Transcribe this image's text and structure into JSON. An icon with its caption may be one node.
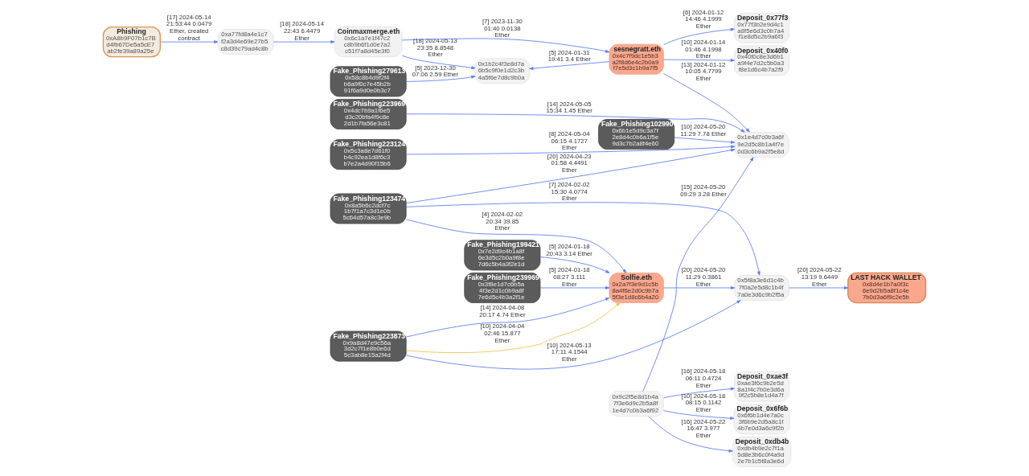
{
  "diagram": {
    "nodes": [
      {
        "text": [
          "Phishing",
          "0xA8b9F07b1c7Bd4fb67De5a5cE7ab2fe39a89a25e"
        ]
      },
      {
        "text": [
          "0xa77fd8a4e1c7f2a3d4e69e27b5c8d39c79ad4c8b"
        ]
      },
      {
        "text": [
          "Fake_Phishing123474",
          "0x8a5b6c2dcf7c1b7f1a7c3d1e0b5c64d57a8c3e9b"
        ]
      },
      {
        "text": [
          "Coinmaxmerge.eth",
          "0x6c1a7e1f47c2c8b9b6f1d0e7a2c51f7a8d45e3f0"
        ]
      },
      {
        "text": [
          "Fake_Phishing279613",
          "0x58c8b4d9f2f4b6a9f0c7e45b2b91f6a9d0e0b3c7"
        ]
      },
      {
        "text": [
          "Fake_Phishing223873",
          "0x9a8d47e9c56a3d2c7f1e8b0e6d5c3ab8e15a2f4d"
        ]
      },
      {
        "text": [
          "Fake_Phishing223969",
          "0x4dc7b9a1f6e5d3c20bfa4f9c8e2d1b7fa56e3c81"
        ]
      },
      {
        "text": [
          "Fake_Phishing223124",
          "0x5c3a8e7d61f0b4c92ea1d8f6c3b7e2a4d90f15b6"
        ]
      },
      {
        "text": [
          "0x1b2c4f3e8d7a6b5c9f0e1d2c3b4a5f6e7d8c9b0a"
        ]
      },
      {
        "text": [
          "Fake_Phishing199421",
          "0x7e2d9c4b1a8f6e3d5c2b0a9f8e7d6c5b4a3f2e1d"
        ]
      },
      {
        "text": [
          "Fake_Phishing239969",
          "0x3f8e1d7c6b5a4f3e2d1c0b9a8f7e6d5c4b3a2f1e"
        ]
      },
      {
        "text": [
          "sesnegratt.eth",
          "0x4c7f9dc1e5b3a2f8d6e4c2b0a9f7e5d3c1b9a7f5"
        ]
      },
      {
        "text": [
          "Solfie.eth",
          "0x2a7f3e9d1c5b8a4f6e2d0c9b7a5f3e1d8c6b4a20"
        ]
      },
      {
        "text": [
          "Fake_Phishing102990",
          "0x6b1e5d9c3a7f2e8d4c0b6a1f5e9d3c7b2a8f4e60"
        ]
      },
      {
        "text": [
          "0x9c2f5e8d1b4a7f3e6d9c2b5a8f1e4d7c0b3a6f92"
        ]
      },
      {
        "text": [
          "Deposit_0x77f3",
          "0x77f3b2e9d4c1a8f5e6d3c0b7a4f1e8d5c2b9a6f3"
        ]
      },
      {
        "text": [
          "Deposit_0x40f0",
          "0x40f0c8e3d6b1a9f4e7d2c5b0a3f8e1d6c4b7a2f9"
        ]
      },
      {
        "text": [
          "0x1e4d7c0b3a6f9e2d5c8b1a4f7e0d3c6b9a2f5e8d"
        ]
      },
      {
        "text": [
          "Deposit_0xdb4b",
          "0xdb4b9e2c7f1a5d8e3b6c0f4a9d2e7b1c5f8a3e6d"
        ]
      },
      {
        "text": [
          "0x5f8a3e6d1c4b7f0a2e5d8c1b4f7a0e3d6c9b2f5a"
        ]
      },
      {
        "text": [
          "Deposit_0xae3f",
          "0xae3f6c9b2e5d8a1f4c7b0e3d6a9f2c5b8e1d4a7f"
        ]
      },
      {
        "text": [
          "Deposit_0x6f6b",
          "0x6f6b1d4e7a0c3f6b9e2d5a8c1f4b7e0d3a6c9f2b"
        ]
      },
      {
        "text": [
          "LAST HACK WALLET",
          "0x8d4e1b7a0f3c6e9d2b5a8f1c4e7b0d3a6f9c2e5b"
        ]
      }
    ],
    "edges": [
      {
        "from": 0,
        "to": 1,
        "arrow": "to",
        "label": "[17] 2024-05-14 21:53:44 0.0479 Ether, created contract"
      },
      {
        "from": 1,
        "to": 3,
        "arrow": "to",
        "label": "[18] 2024-05-14 22:43 6.4479 Ether"
      },
      {
        "from": 2,
        "to": 19,
        "arrow": "to",
        "label": "[7] 2024-02-02 15:30 4.0774 Ether"
      },
      {
        "from": 2,
        "to": 17,
        "arrow": "to",
        "label": "[20] 2024-04-23 01:58 4.4491 Ether"
      },
      {
        "from": 3,
        "to": 11,
        "arrow": "to",
        "label": "[7] 2023-11-30 01:40 0.0138 Ether"
      },
      {
        "from": 2,
        "to": 12,
        "arrow": "to",
        "label": "[4] 2024-02-02 20:34 39.85 Ether"
      },
      {
        "from": 11,
        "to": 8,
        "arrow": "to",
        "label": "[5] 2024-01-31 19:41 3.4 Ether"
      },
      {
        "from": 3,
        "to": 8,
        "arrow": "to",
        "label": "[18] 2024-05-13 23:35 8.8548 Ether"
      },
      {
        "from": 9,
        "to": 12,
        "arrow": "to",
        "label": "[5] 2024-01-18 20:43 3.14 Ether"
      },
      {
        "from": 4,
        "to": 8,
        "arrow": "to",
        "label": "[5] 2023-12-30 07:06 2.59 Ether"
      },
      {
        "from": 10,
        "to": 12,
        "arrow": "to",
        "label": "[5] 2024-01-18 08:27 3.111 Ether"
      },
      {
        "from": 5,
        "to": 12,
        "arrow": "to",
        "label": "[10] 2024-04-04 02:46 15.877 Ether",
        "color": "#f5c04a"
      },
      {
        "from": 5,
        "to": 12,
        "arrow": "to",
        "label": "[14] 2024-04-08 20:17 4.74 Ether"
      },
      {
        "from": 5,
        "to": 19,
        "arrow": "to",
        "label": "[10] 2024-05-13 17:11 4.1544 Ether"
      },
      {
        "from": 6,
        "to": 17,
        "arrow": "to",
        "label": "[14] 2024-05-05 15:34 1.45 Ether"
      },
      {
        "from": 7,
        "to": 17,
        "arrow": "to",
        "label": "[8] 2024-05-04 06:15 4.1727 Ether"
      },
      {
        "from": 11,
        "to": 15,
        "arrow": "to",
        "label": "[6] 2024-01-12 14:46 4.1999 Ether"
      },
      {
        "from": 11,
        "to": 17,
        "arrow": "to",
        "label": "[13] 2024-01-12 10:05 4.7799 Ether"
      },
      {
        "from": 11,
        "to": 16,
        "arrow": "to",
        "label": "[10] 2024-01-14 01:46 4.1998 Ether"
      },
      {
        "from": 13,
        "to": 17,
        "arrow": "to",
        "label": "[10] 2024-05-20 11:29 7.78 Ether"
      },
      {
        "from": 14,
        "to": 18,
        "arrow": "to",
        "label": "[16] 2024-05-22 16:47 3.977 Ether"
      },
      {
        "from": 14,
        "to": 17,
        "arrow": "to",
        "label": "[15] 2024-05-20 09:29 3.28 Ether"
      },
      {
        "from": 12,
        "to": 19,
        "arrow": "to",
        "label": "[20] 2024-05-20 11:29 0.3861 Ether"
      },
      {
        "from": 14,
        "to": 20,
        "arrow": "to",
        "label": "[16] 2024-05-18 06:11 0.4724 Ether"
      },
      {
        "from": 14,
        "to": 21,
        "arrow": "to",
        "label": "[10] 2024-05-18 08:15 0.1142 Ether"
      },
      {
        "from": 19,
        "to": 22,
        "arrow": "to",
        "label": "[20] 2024-05-22 13:19 9.6449 Ether"
      }
    ]
  }
}
